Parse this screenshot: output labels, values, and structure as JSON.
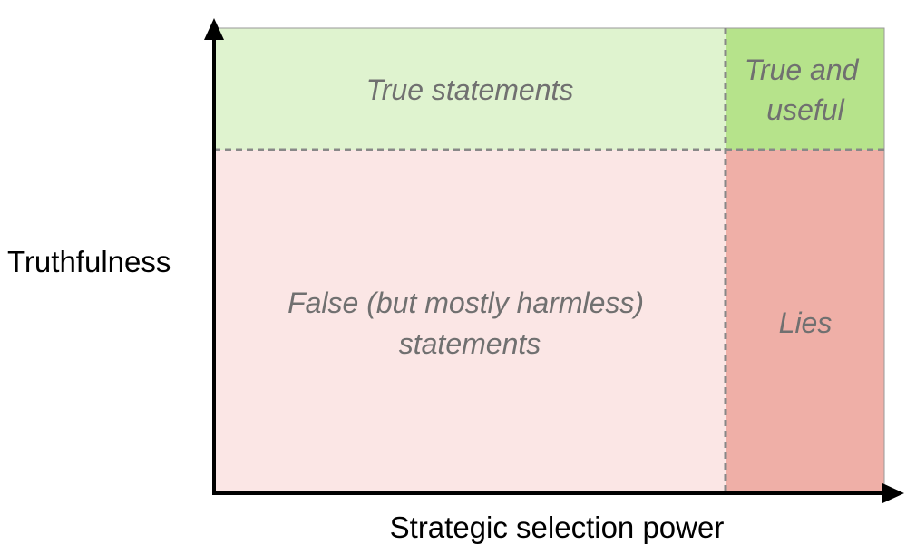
{
  "axes": {
    "y_label": "Truthfulness",
    "x_label": "Strategic selection power"
  },
  "cells": {
    "true_statements": {
      "lines": [
        "True statements"
      ],
      "color": "#dff3cf"
    },
    "true_and_useful": {
      "lines": [
        "True and",
        "useful"
      ],
      "color": "#b6e38b"
    },
    "false_statements": {
      "lines": [
        "False (but mostly harmless)",
        "statements"
      ],
      "color": "#fbe6e5"
    },
    "lies": {
      "lines": [
        "Lies"
      ],
      "color": "#efafa7"
    }
  },
  "colors": {
    "divider": "#888888",
    "axis": "#000000",
    "cell_text": "#707070"
  }
}
